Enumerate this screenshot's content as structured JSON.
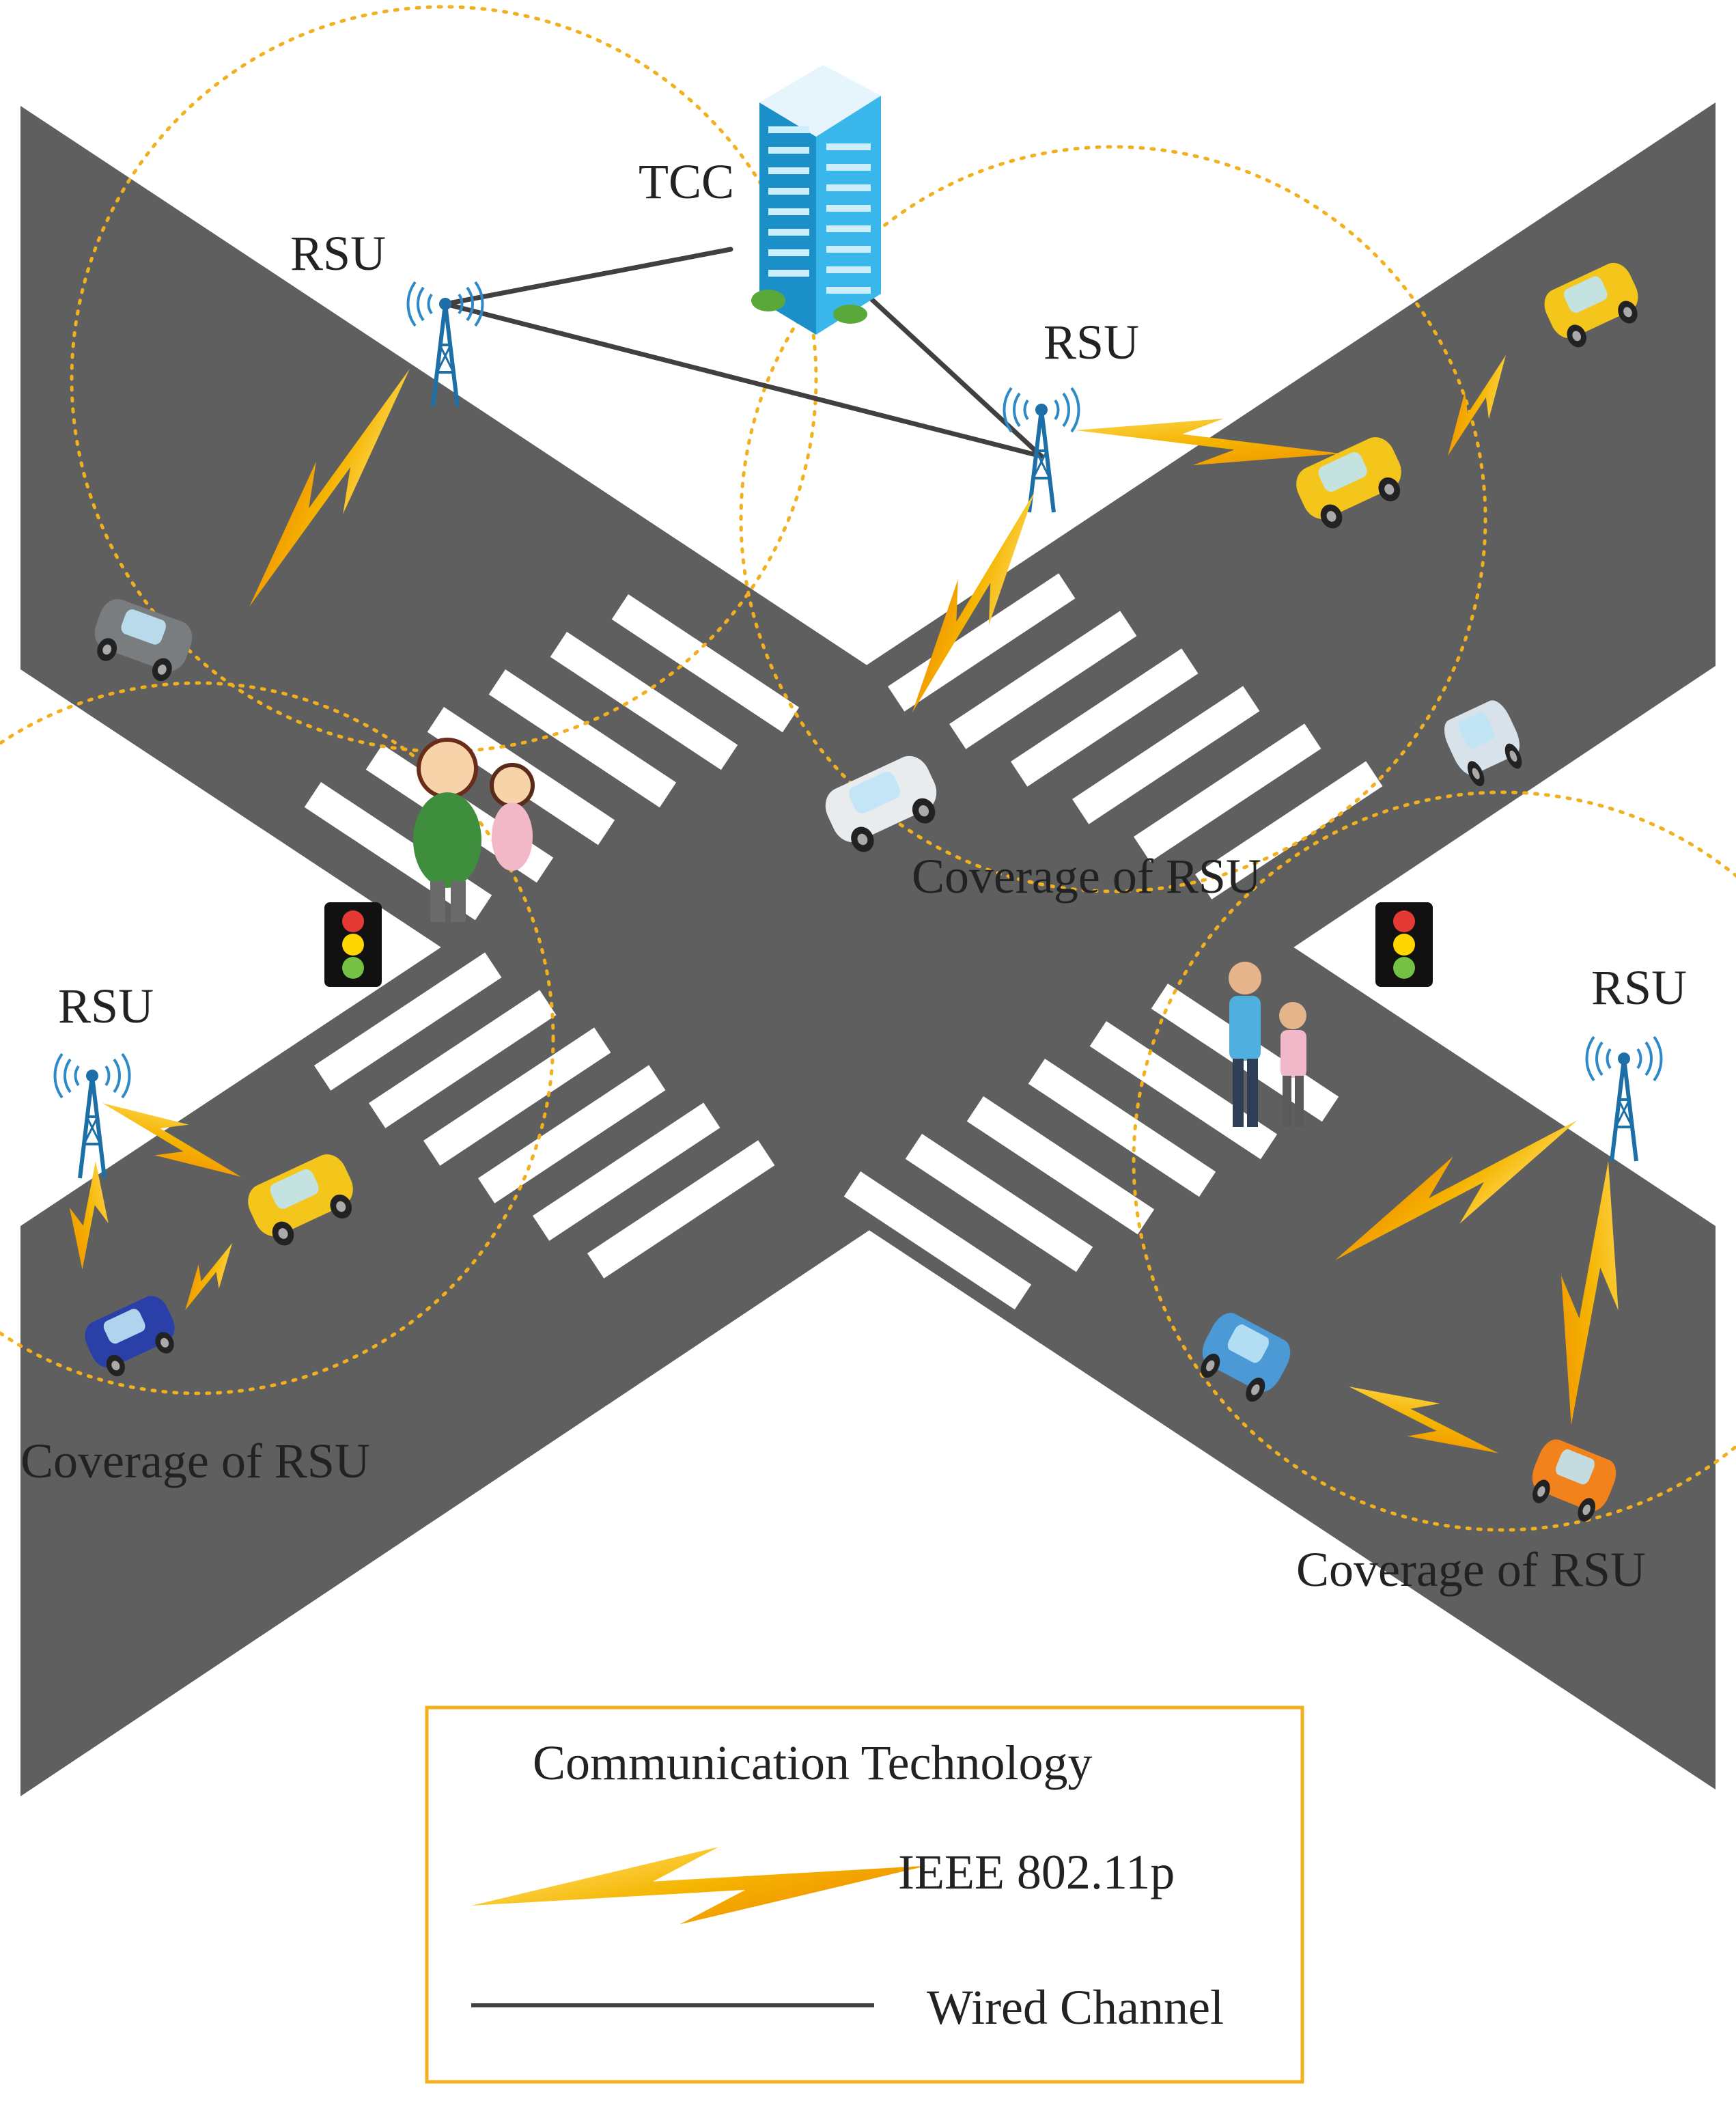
{
  "labels": {
    "tcc": "TCC",
    "rsu": "RSU",
    "coverage": "Coverage of RSU"
  },
  "legend": {
    "title": "Communication Technology",
    "ieee": "IEEE 802.11p",
    "wired": "Wired Channel"
  },
  "colors": {
    "road": "#5f5f5f",
    "crosswalk": "#ffffff",
    "coverage_circle": "#f2b01e",
    "lightning": "#f5b400",
    "wired": "#404040",
    "rsu_tower": "#1d6fa8",
    "building": "#20a8e0",
    "legend_border": "#f2b01e"
  },
  "icons": {
    "tower": "rsu-tower-icon",
    "building": "office-building-icon",
    "vehicle": "car-icon",
    "traffic_light": "traffic-light-icon",
    "pedestrian": "pedestrian-icon"
  }
}
